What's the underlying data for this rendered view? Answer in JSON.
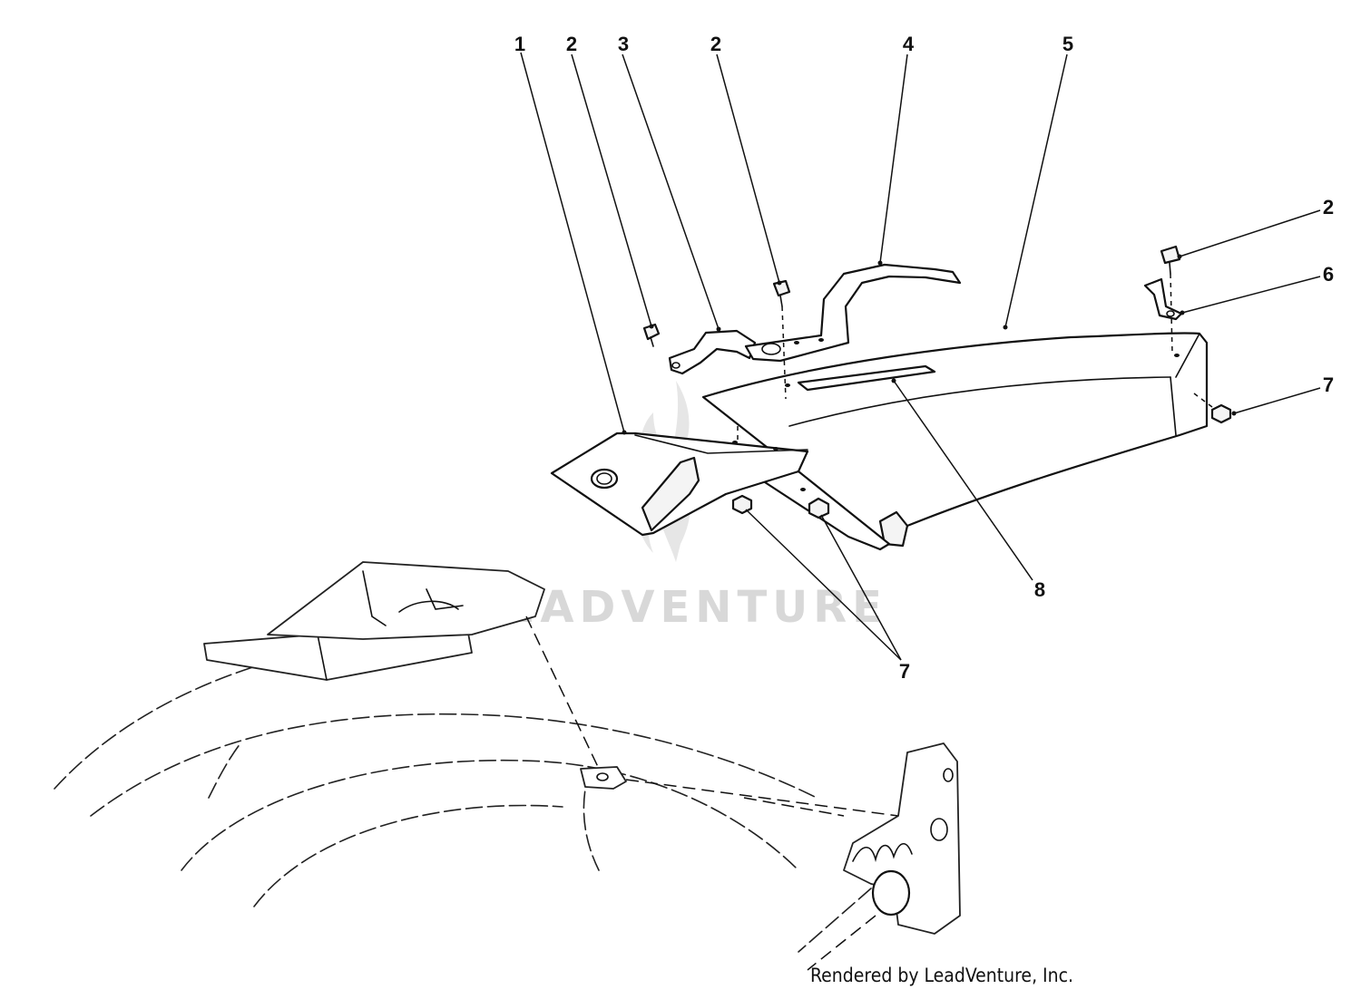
{
  "diagram": {
    "callouts": [
      "1",
      "2",
      "3",
      "2",
      "4",
      "5",
      "2",
      "6",
      "7",
      "8",
      "7"
    ],
    "watermark": "LEADVENTURE",
    "credit": "Rendered by LeadVenture, Inc."
  }
}
